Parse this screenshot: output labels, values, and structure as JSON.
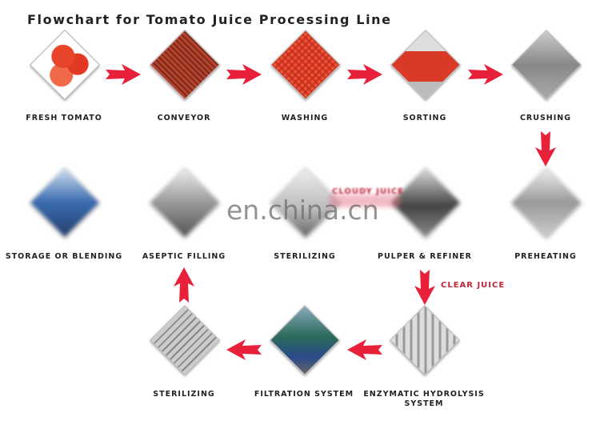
{
  "title": "Flowchart for Tomato Juice Processing Line",
  "watermark": "en.china.cn",
  "colors": {
    "arrow": "#e8203a",
    "annotation": "#c0243a"
  },
  "annotations": {
    "cloudy_juice": "CLOUDY JUICE",
    "clear_juice": "CLEAR JUICE"
  },
  "steps": [
    {
      "label": "FRESH TOMATO"
    },
    {
      "label": "CONVEYOR"
    },
    {
      "label": "WASHING"
    },
    {
      "label": "SORTING"
    },
    {
      "label": "CRUSHING"
    },
    {
      "label": "PREHEATING"
    },
    {
      "label": "PULPER & REFINER"
    },
    {
      "label": "STERILIZING"
    },
    {
      "label": "ASEPTIC FILLING"
    },
    {
      "label": "STORAGE OR BLENDING"
    },
    {
      "label": "ENZYMATIC HYDROLYSIS SYSTEM"
    },
    {
      "label": "FILTRATION SYSTEM"
    },
    {
      "label": "STERILIZING"
    }
  ]
}
